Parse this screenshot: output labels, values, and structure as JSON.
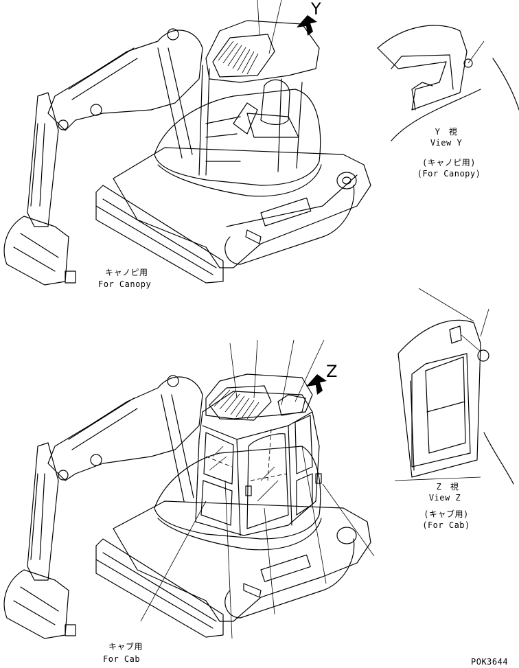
{
  "canopy_view": {
    "view_letter": "Y",
    "caption_jp": "キャノピ用",
    "caption_en": "For Canopy"
  },
  "view_y": {
    "title_jp": "Y　視",
    "title_en": "View Y",
    "sub_jp": "(キャノピ用)",
    "sub_en": "(For Canopy)"
  },
  "cab_view": {
    "view_letter": "Z",
    "caption_jp": "キャブ用",
    "caption_en": "For Cab"
  },
  "view_z": {
    "title_jp": "Z　視",
    "title_en": "View Z",
    "sub_jp": "(キャブ用)",
    "sub_en": "(For Cab)"
  },
  "drawing_code": "POK3644"
}
